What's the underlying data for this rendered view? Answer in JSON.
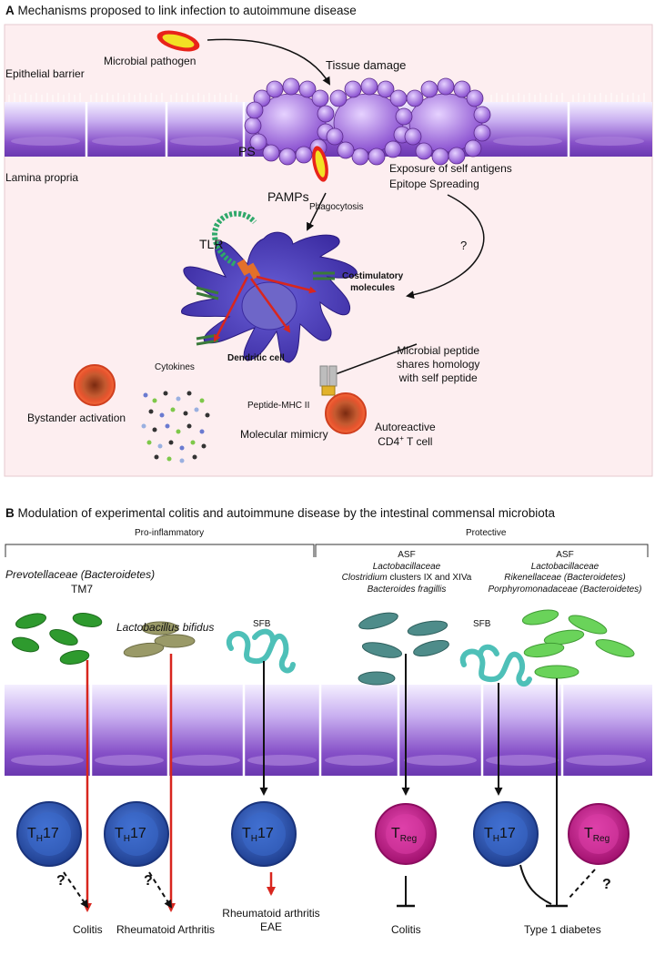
{
  "panel_a": {
    "letter": "A",
    "title": "Mechanisms proposed to link infection to autoimmune disease",
    "labels": {
      "microbial_pathogen": "Microbial pathogen",
      "tissue_damage": "Tissue damage",
      "epithelial_barrier": "Epithelial barrier",
      "lamina_propria": "Lamina propria",
      "ps": "PS",
      "exposure_self_antigens": "Exposure of self antigens",
      "epitope_spreading": "Epitope Spreading",
      "pamps": "PAMPs",
      "phagocytosis": "Phagocytosis",
      "question": "?",
      "tlr": "TLR",
      "costimulatory_1": "Costimulatory",
      "costimulatory_2": "molecules",
      "dendritic_cell": "Dendritic cell",
      "microbial_peptide_1": "Microbial peptide",
      "microbial_peptide_2": "shares homology",
      "microbial_peptide_3": "with self peptide",
      "cytokines": "Cytokines",
      "bystander_activation": "Bystander activation",
      "peptide_mhc": "Peptide-MHC II",
      "molecular_mimicry": "Molecular mimicry",
      "autoreactive_1": "Autoreactive",
      "autoreactive_2": "CD4",
      "autoreactive_sup": "+",
      "autoreactive_3": " T cell"
    }
  },
  "panel_b": {
    "letter": "B",
    "title": "Modulation of experimental colitis and autoimmune disease by the intestinal commensal microbiota",
    "pro_inflammatory": "Pro-inflammatory",
    "protective": "Protective",
    "prevotellaceae": "Prevotellaceae (Bacteroidetes)",
    "tm7": "TM7",
    "lactobacillus_bifidus": "Lactobacillus bifidus",
    "sfb_1": "SFB",
    "sfb_2": "SFB",
    "group_1": {
      "asf": "ASF",
      "lactobacillaceae": "Lactobacillaceae",
      "clostridium": "Clostridium",
      "clostridium_rest": " clusters IX and XIVa",
      "bacteroides": "Bacteroides fragillis"
    },
    "group_2": {
      "asf": "ASF",
      "lactobacillaceae": "Lactobacillaceae",
      "rikenellaceae": "Rikenellaceae (Bacteroidetes)",
      "porphyromonadaceae": "Porphyromonadaceae (Bacteroidetes)"
    },
    "cells": {
      "th_main": "T",
      "th_sub": "H",
      "th_num": "17",
      "treg_main": "T",
      "treg_sub": "Reg"
    },
    "question": "?",
    "outcomes": {
      "colitis_1": "Colitis",
      "rheumatoid_1": "Rheumatoid Arthritis",
      "rheumatoid_2": "Rheumatoid arthritis",
      "eae": "EAE",
      "colitis_2": "Colitis",
      "type1": "Type 1 diabetes"
    },
    "colors": {
      "th17": "#2b52a8",
      "treg": "#c21a8c",
      "red_arrow": "#d8261e",
      "epithelium": "#8a55c8",
      "panel_a_bg": "#fdeef0"
    }
  }
}
